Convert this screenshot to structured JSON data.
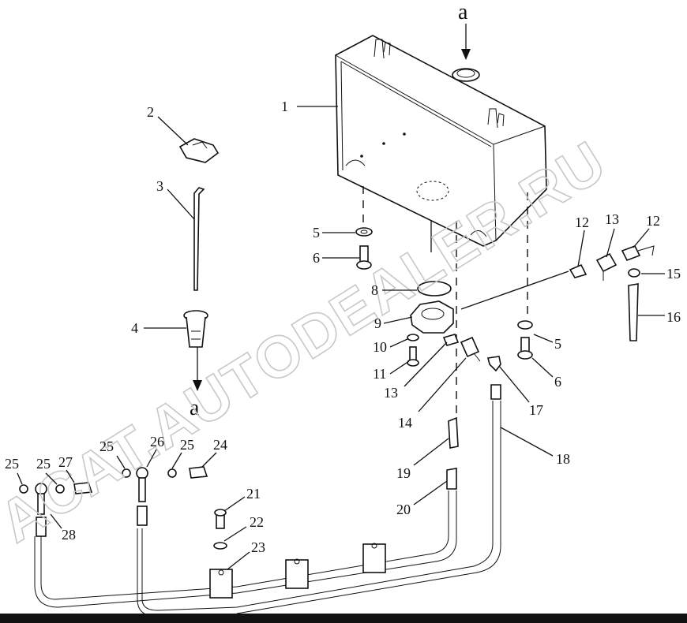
{
  "watermark": "ACAT.AUTODEALER.RU",
  "view_marker": "a",
  "callouts": [
    {
      "id": "c1",
      "text": "1"
    },
    {
      "id": "c2",
      "text": "2"
    },
    {
      "id": "c3",
      "text": "3"
    },
    {
      "id": "c4",
      "text": "4"
    },
    {
      "id": "c5a",
      "text": "5"
    },
    {
      "id": "c6a",
      "text": "6"
    },
    {
      "id": "c8",
      "text": "8"
    },
    {
      "id": "c9",
      "text": "9"
    },
    {
      "id": "c10",
      "text": "10"
    },
    {
      "id": "c11",
      "text": "11"
    },
    {
      "id": "c12a",
      "text": "12"
    },
    {
      "id": "c13a",
      "text": "13"
    },
    {
      "id": "c12b",
      "text": "12"
    },
    {
      "id": "c13b",
      "text": "13"
    },
    {
      "id": "c14",
      "text": "14"
    },
    {
      "id": "c15",
      "text": "15"
    },
    {
      "id": "c16",
      "text": "16"
    },
    {
      "id": "c5b",
      "text": "5"
    },
    {
      "id": "c6b",
      "text": "6"
    },
    {
      "id": "c17",
      "text": "17"
    },
    {
      "id": "c18",
      "text": "18"
    },
    {
      "id": "c19",
      "text": "19"
    },
    {
      "id": "c20",
      "text": "20"
    },
    {
      "id": "c21",
      "text": "21"
    },
    {
      "id": "c22",
      "text": "22"
    },
    {
      "id": "c23",
      "text": "23"
    },
    {
      "id": "c24",
      "text": "24"
    },
    {
      "id": "c25a",
      "text": "25"
    },
    {
      "id": "c26",
      "text": "26"
    },
    {
      "id": "c25b",
      "text": "25"
    },
    {
      "id": "c25c",
      "text": "25"
    },
    {
      "id": "c25d",
      "text": "25"
    },
    {
      "id": "c27",
      "text": "27"
    },
    {
      "id": "c28",
      "text": "28"
    }
  ]
}
